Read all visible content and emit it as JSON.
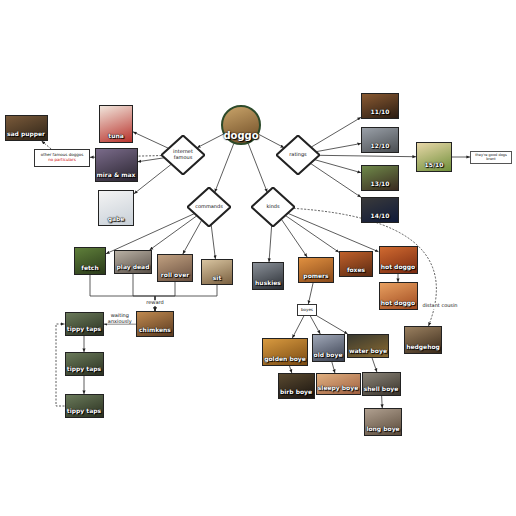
{
  "diagram": {
    "nodes": [
      {
        "text": [
          "doggo"
        ]
      },
      {
        "text": [
          "internet famous"
        ]
      },
      {
        "text": [
          "ratings"
        ]
      },
      {
        "text": [
          "commands"
        ]
      },
      {
        "text": [
          "kinds"
        ]
      },
      {
        "text": [
          "tuna"
        ]
      },
      {
        "text": [
          "mira & max"
        ]
      },
      {
        "text": [
          "gabe"
        ]
      },
      {
        "text": [
          "other famous doggos",
          "no particulars"
        ]
      },
      {
        "text": [
          "sad pupper"
        ]
      },
      {
        "text": [
          "11/10"
        ]
      },
      {
        "text": [
          "12/10"
        ]
      },
      {
        "text": [
          "13/10"
        ]
      },
      {
        "text": [
          "14/10"
        ]
      },
      {
        "text": [
          "15/10"
        ]
      },
      {
        "text": [
          "they're good dogs brent"
        ]
      },
      {
        "text": [
          "fetch"
        ]
      },
      {
        "text": [
          "play dead"
        ]
      },
      {
        "text": [
          "roll over"
        ]
      },
      {
        "text": [
          "sit"
        ]
      },
      {
        "text": [
          "chimkens"
        ]
      },
      {
        "text": [
          "tippy taps"
        ]
      },
      {
        "text": [
          "tippy taps"
        ]
      },
      {
        "text": [
          "tippy taps"
        ]
      },
      {
        "text": [
          "huskies"
        ]
      },
      {
        "text": [
          "pomers"
        ]
      },
      {
        "text": [
          "foxes"
        ]
      },
      {
        "text": [
          "hot doggo"
        ]
      },
      {
        "text": [
          "hot doggo"
        ]
      },
      {
        "text": [
          "boyes"
        ]
      },
      {
        "text": [
          "golden boye"
        ]
      },
      {
        "text": [
          "old boye"
        ]
      },
      {
        "text": [
          "water boye"
        ]
      },
      {
        "text": [
          "birb boye"
        ]
      },
      {
        "text": [
          "sleepy boye"
        ]
      },
      {
        "text": [
          "shell boye"
        ]
      },
      {
        "text": [
          "long boye"
        ]
      },
      {
        "text": [
          "hedgehog"
        ]
      }
    ],
    "edges": [
      {
        "from": 0,
        "to": 1,
        "arrow": "to"
      },
      {
        "from": 0,
        "to": 2,
        "arrow": "to"
      },
      {
        "from": 0,
        "to": 3,
        "arrow": "to"
      },
      {
        "from": 0,
        "to": 4,
        "arrow": "to"
      },
      {
        "from": 1,
        "to": 5,
        "arrow": "to"
      },
      {
        "from": 1,
        "to": 6,
        "arrow": "to"
      },
      {
        "from": 1,
        "to": 7,
        "arrow": "to"
      },
      {
        "from": 1,
        "to": 8,
        "arrow": "to"
      },
      {
        "from": 8,
        "to": 9,
        "arrow": "to"
      },
      {
        "from": 2,
        "to": 10,
        "arrow": "to"
      },
      {
        "from": 2,
        "to": 11,
        "arrow": "to"
      },
      {
        "from": 2,
        "to": 12,
        "arrow": "to"
      },
      {
        "from": 2,
        "to": 13,
        "arrow": "to"
      },
      {
        "from": 2,
        "to": 14,
        "arrow": "to"
      },
      {
        "from": 14,
        "to": 15,
        "arrow": "to"
      },
      {
        "from": 3,
        "to": 16,
        "arrow": "to"
      },
      {
        "from": 3,
        "to": 17,
        "arrow": "to"
      },
      {
        "from": 3,
        "to": 18,
        "arrow": "to"
      },
      {
        "from": 3,
        "to": 19,
        "arrow": "to"
      },
      {
        "from": 16,
        "to": 20,
        "label": "reward",
        "arrow": "to"
      },
      {
        "from": 17,
        "to": 20,
        "arrow": "to"
      },
      {
        "from": 18,
        "to": 20,
        "arrow": "to"
      },
      {
        "from": 19,
        "to": 20,
        "arrow": "to"
      },
      {
        "from": 20,
        "to": 21,
        "label": "waiting anxiously",
        "arrow": "to"
      },
      {
        "from": 21,
        "to": 22,
        "arrow": "to"
      },
      {
        "from": 22,
        "to": 23,
        "arrow": "to"
      },
      {
        "from": 23,
        "to": 21,
        "arrow": "to"
      },
      {
        "from": 4,
        "to": 24,
        "arrow": "to"
      },
      {
        "from": 4,
        "to": 25,
        "arrow": "to"
      },
      {
        "from": 4,
        "to": 26,
        "arrow": "to"
      },
      {
        "from": 4,
        "to": 27,
        "arrow": "to"
      },
      {
        "from": 27,
        "to": 28,
        "arrow": "to"
      },
      {
        "from": 25,
        "to": 29,
        "arrow": "to"
      },
      {
        "from": 29,
        "to": 30,
        "arrow": "to"
      },
      {
        "from": 29,
        "to": 31,
        "arrow": "to"
      },
      {
        "from": 29,
        "to": 32,
        "arrow": "to"
      },
      {
        "from": 30,
        "to": 33,
        "arrow": "to"
      },
      {
        "from": 31,
        "to": 34,
        "arrow": "to"
      },
      {
        "from": 32,
        "to": 35,
        "arrow": "to"
      },
      {
        "from": 35,
        "to": 36,
        "arrow": "to"
      },
      {
        "from": 4,
        "to": 37,
        "label": "distant cousin",
        "arrow": "to"
      }
    ]
  }
}
